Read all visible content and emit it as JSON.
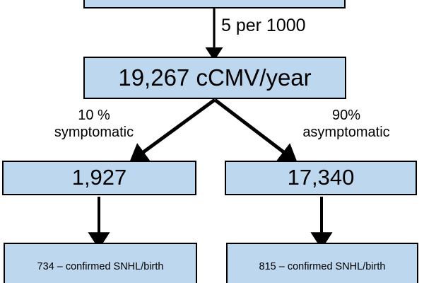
{
  "diagram": {
    "title": "cCMV annual birth cascade flowchart",
    "box_fill_color": "#bdd7ee",
    "box_border_color": "#000000",
    "arrow_color": "#000000",
    "background_color": "#ffffff",
    "nodes": {
      "top_cropped": "",
      "ccmv_per_year": "19,267 cCMV/year",
      "symptomatic_count": "1,927",
      "asymptomatic_count": "17,340",
      "snhl_left": "734 – confirmed SNHL/birth",
      "snhl_right": "815 – confirmed SNHL/birth"
    },
    "edge_labels": {
      "incidence": "5 per 1000",
      "symptomatic_percent": "10 %",
      "symptomatic_word": "symptomatic",
      "asymptomatic_percent": "90%",
      "asymptomatic_word": "asymptomatic"
    }
  }
}
